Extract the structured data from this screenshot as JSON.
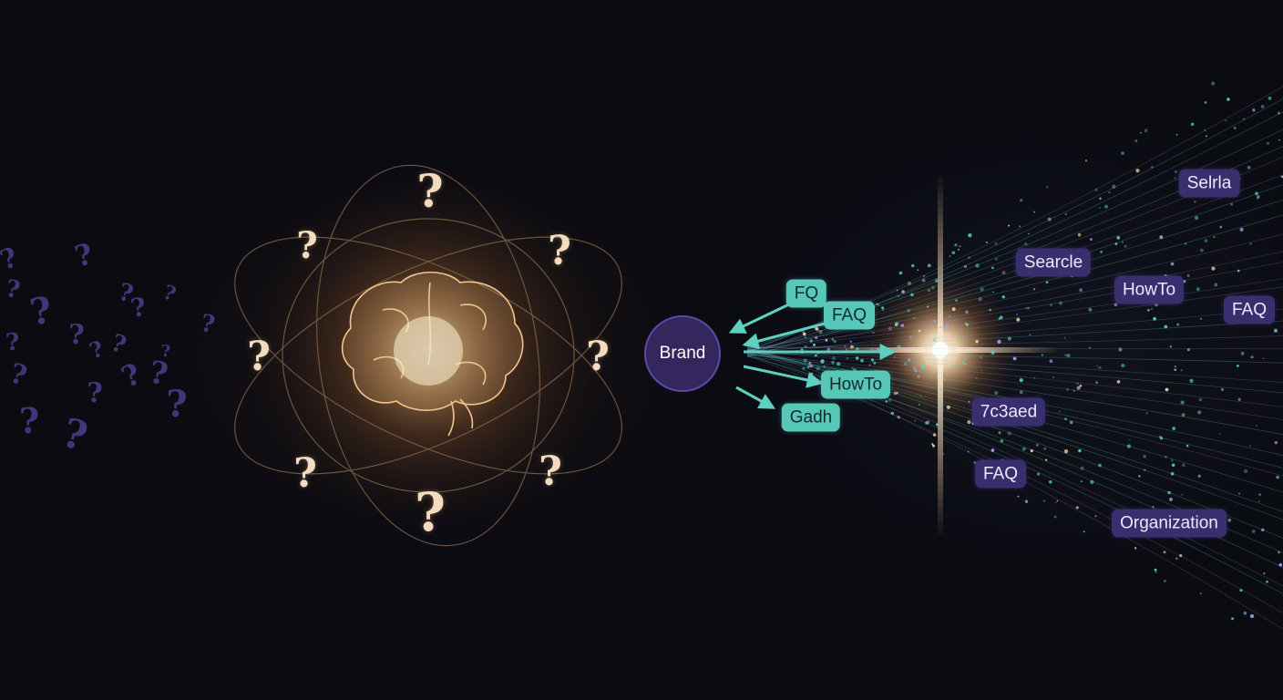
{
  "brand_node": {
    "label": "Brand"
  },
  "schema_tags_near": [
    {
      "id": "fq",
      "label": "FQ",
      "style": "teal"
    },
    {
      "id": "faq",
      "label": "FAQ",
      "style": "teal"
    },
    {
      "id": "howto",
      "label": "HowTo",
      "style": "teal"
    },
    {
      "id": "gadh",
      "label": "Gadh",
      "style": "teal"
    }
  ],
  "schema_tags_far": [
    {
      "id": "selrla",
      "label": "Selrla",
      "style": "purple"
    },
    {
      "id": "searcle",
      "label": "Searcle",
      "style": "purple"
    },
    {
      "id": "howto2",
      "label": "HowTo",
      "style": "purple"
    },
    {
      "id": "faq2",
      "label": "FAQ",
      "style": "purple"
    },
    {
      "id": "code",
      "label": "7c3aed",
      "style": "purple"
    },
    {
      "id": "faq3",
      "label": "FAQ",
      "style": "purple"
    },
    {
      "id": "organization",
      "label": "Organization",
      "style": "purple"
    }
  ],
  "question_mark": "?",
  "colors": {
    "background": "#0b0b12",
    "brain_glow": "#ffb86b",
    "teal": "#57c7b7",
    "purple": "#3a2f6e",
    "orbit_line": "#8a6a4a",
    "drift_question": "#4a3f8a"
  },
  "icons": [
    "brain-icon",
    "question-mark-icon",
    "starburst-icon"
  ]
}
